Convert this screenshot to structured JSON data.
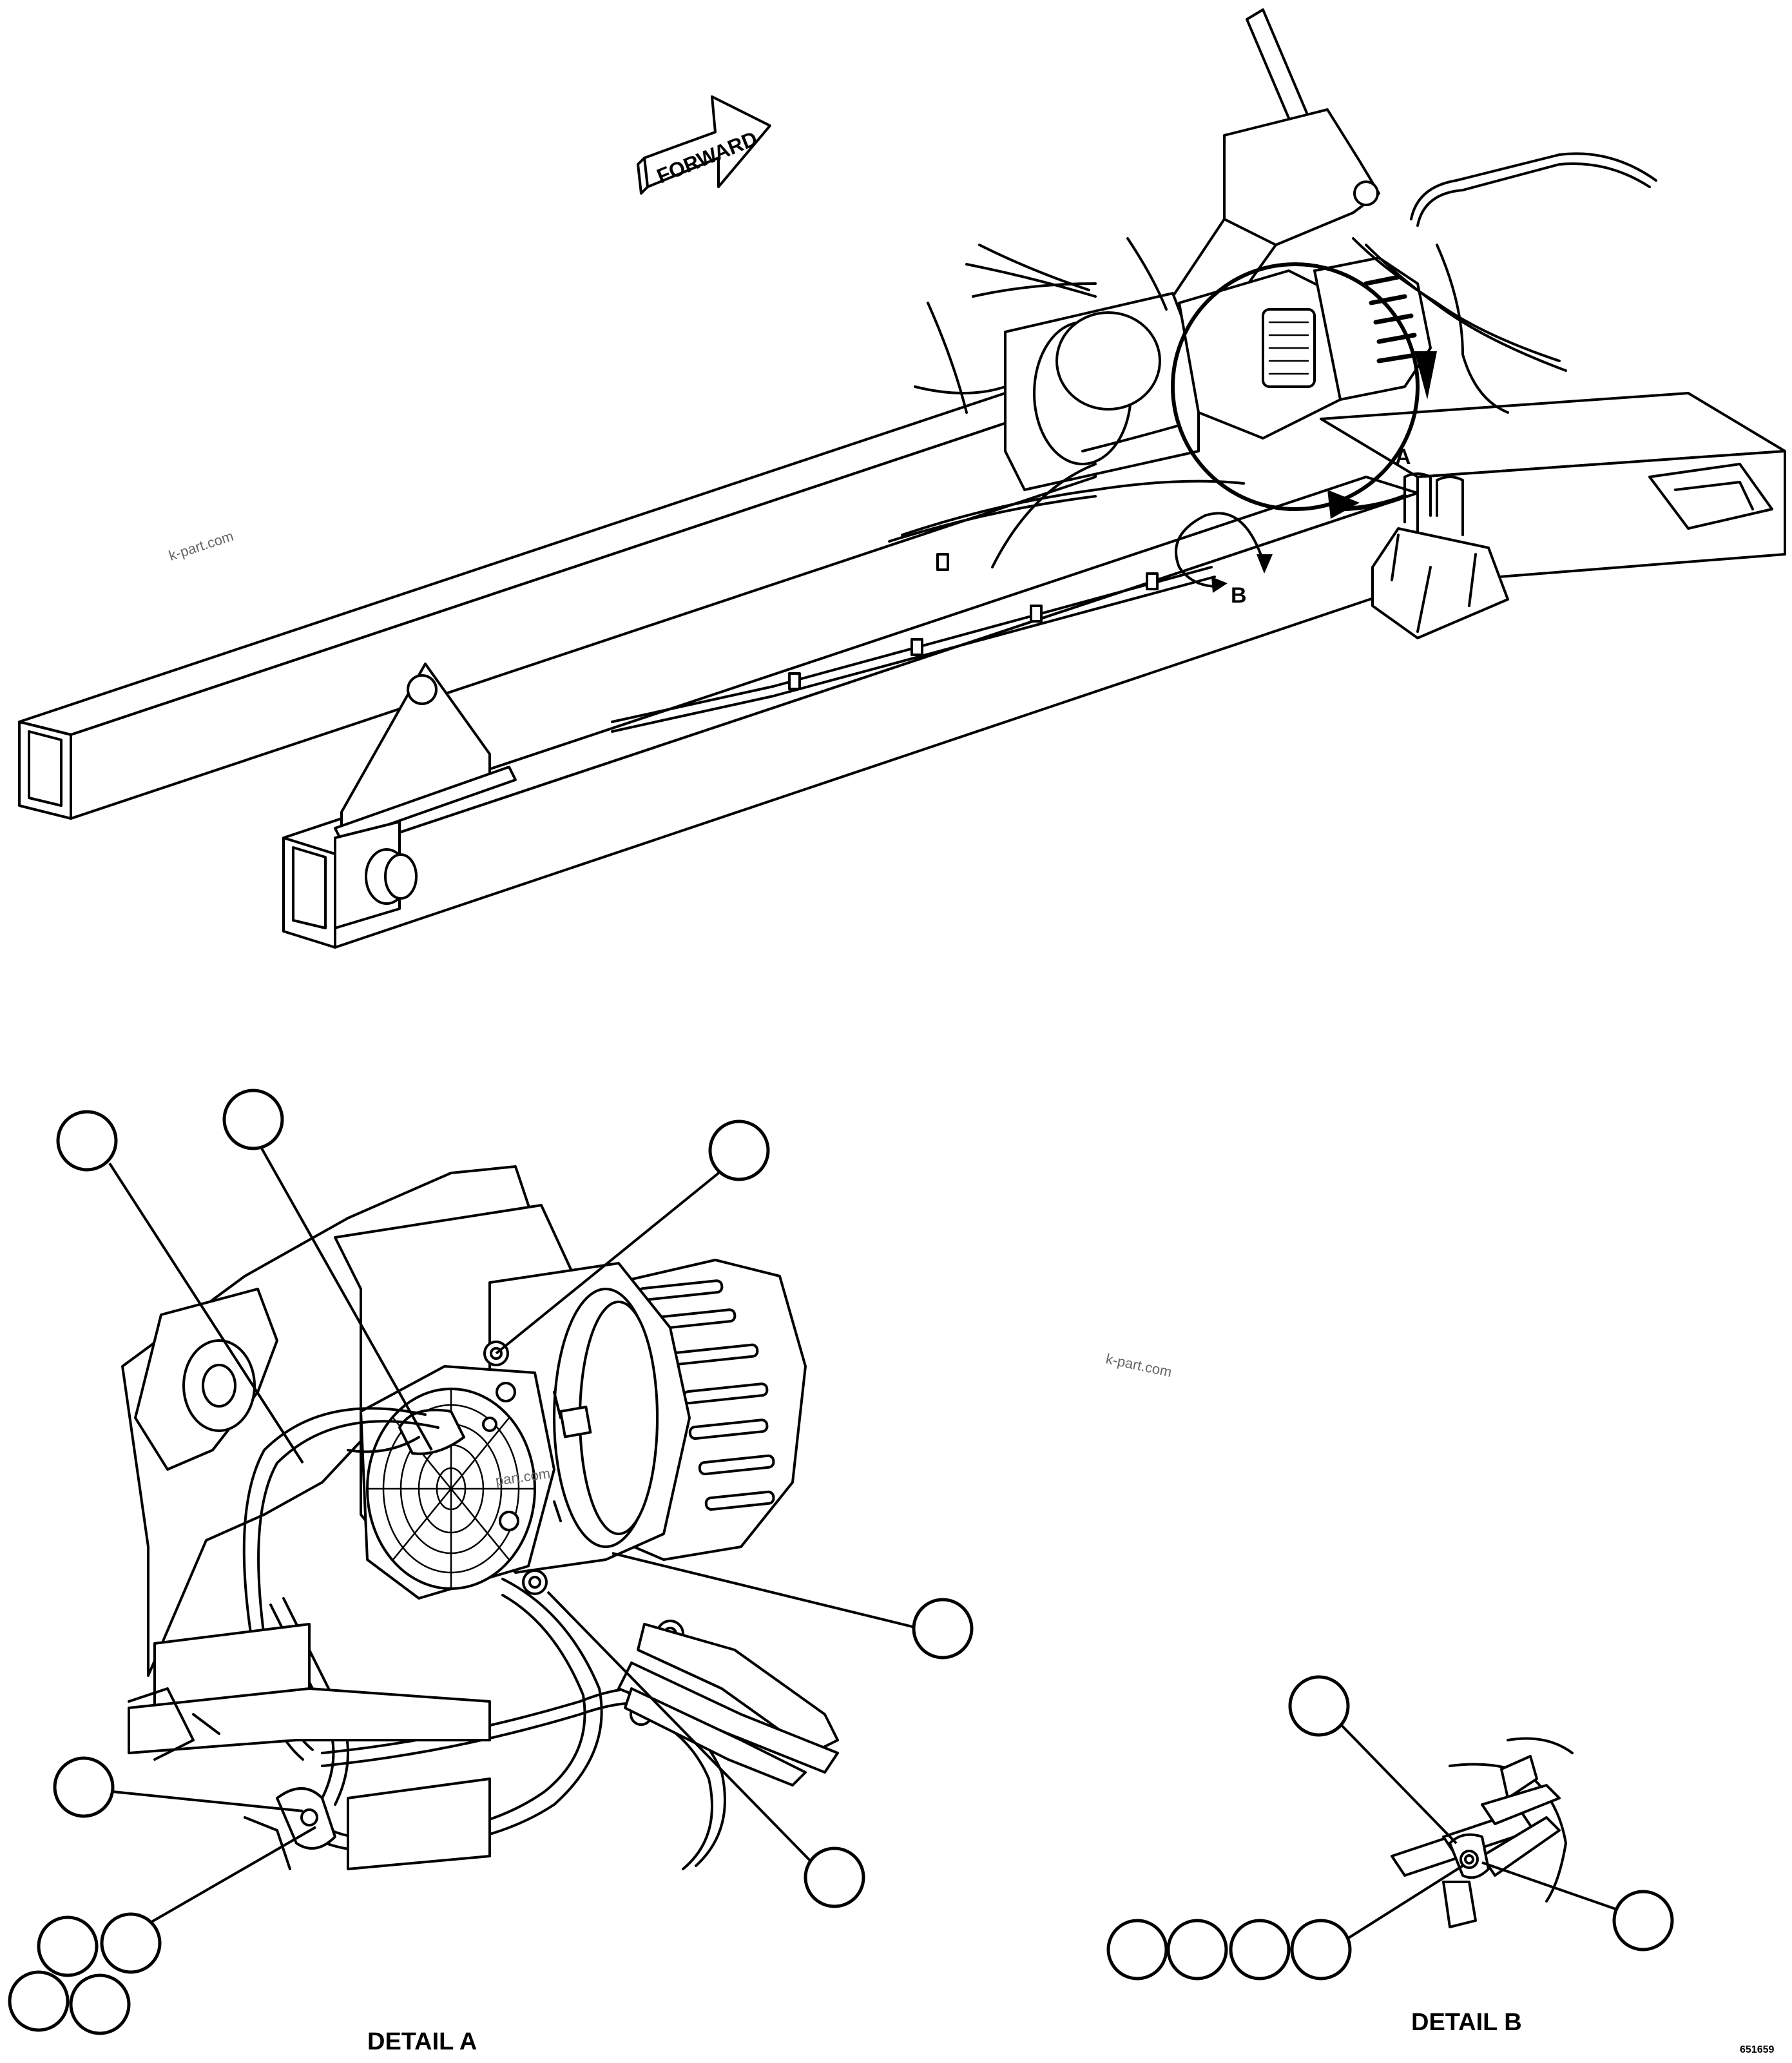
{
  "diagram": {
    "forward_label": "FORWARD",
    "view_labels": {
      "a": "A",
      "b": "B"
    },
    "detail_a_title": "DETAIL A",
    "detail_b_title": "DETAIL B",
    "watermark": "k-part.com",
    "watermark_mid": "k-part.com",
    "watermark_detail": "part.com",
    "drawing_number": "651659"
  }
}
